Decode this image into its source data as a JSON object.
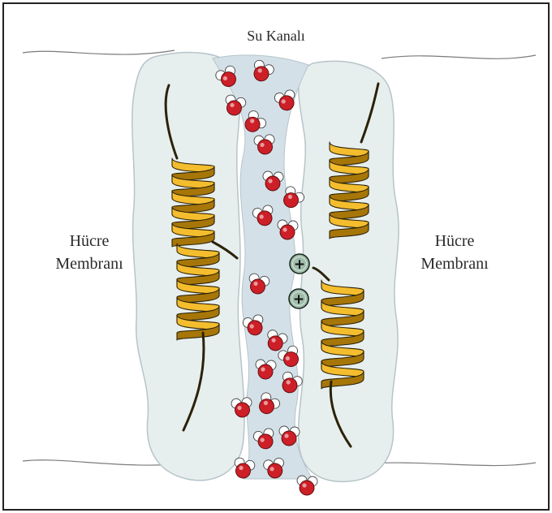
{
  "title": "Su Kanalı",
  "left_label": {
    "line1": "Hücre",
    "line2": "Membranı"
  },
  "right_label": {
    "line1": "Hücre",
    "line2": "Membranı"
  },
  "ion_symbol": "+",
  "colors": {
    "frame": "#222222",
    "protein_fill": "#e7eeee",
    "protein_stroke": "#b6c4c9",
    "channel_fill": "#d3e0e8",
    "helix_fill": "#f4bd2e",
    "helix_dark": "#a77608",
    "helix_outline": "#2b2208",
    "oxygen": "#cc1f27",
    "hydrogen": "#ffffff",
    "ion_fill": "#9fbcaa",
    "membrane_line": "#7a7a7a"
  },
  "icons": [
    "water-molecule-icon",
    "positive-ion-icon",
    "alpha-helix-icon"
  ]
}
